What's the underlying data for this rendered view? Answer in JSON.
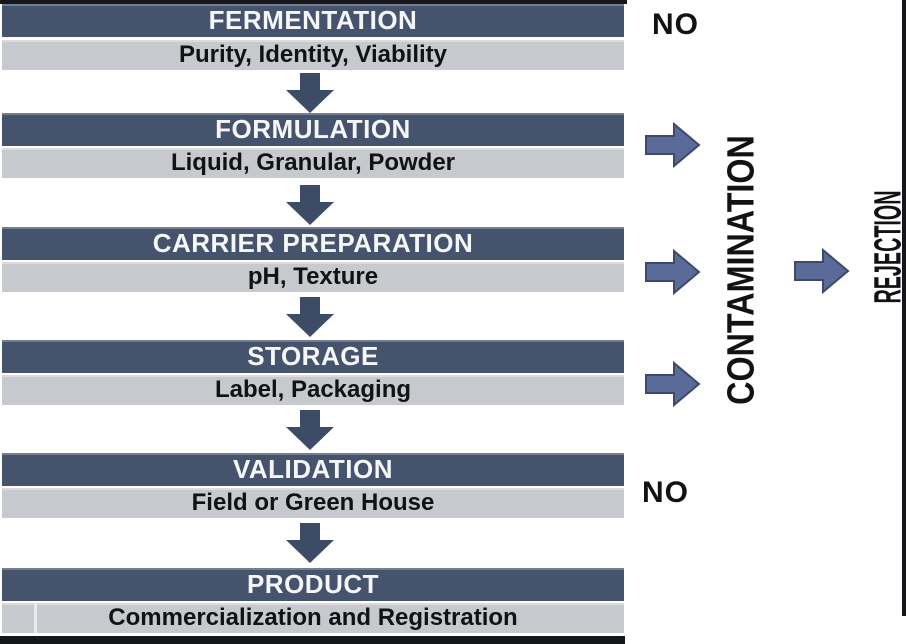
{
  "diagram": {
    "stages": [
      {
        "title": "FERMENTATION",
        "subtitle": "Purity, Identity, Viability"
      },
      {
        "title": "FORMULATION",
        "subtitle": "Liquid, Granular, Powder"
      },
      {
        "title": "CARRIER PREPARATION",
        "subtitle": "pH, Texture"
      },
      {
        "title": "STORAGE",
        "subtitle": "Label, Packaging"
      },
      {
        "title": "VALIDATION",
        "subtitle": "Field or Green House"
      },
      {
        "title": "PRODUCT",
        "subtitle": "Commercialization and Registration"
      }
    ],
    "labels": {
      "no_top": "NO",
      "no_bottom": "NO",
      "contamination": "CONTAMINATION",
      "rejection": "REJECTION"
    },
    "colors": {
      "stage_bar": "#46536c",
      "detail_bar": "#c6c9ce",
      "down_arrow": "#3d4c66",
      "side_arrow_fill": "#5a6b99",
      "side_arrow_outline": "#3f4a6b",
      "title_text": "#f5f6f8",
      "body_text": "#121212"
    }
  }
}
